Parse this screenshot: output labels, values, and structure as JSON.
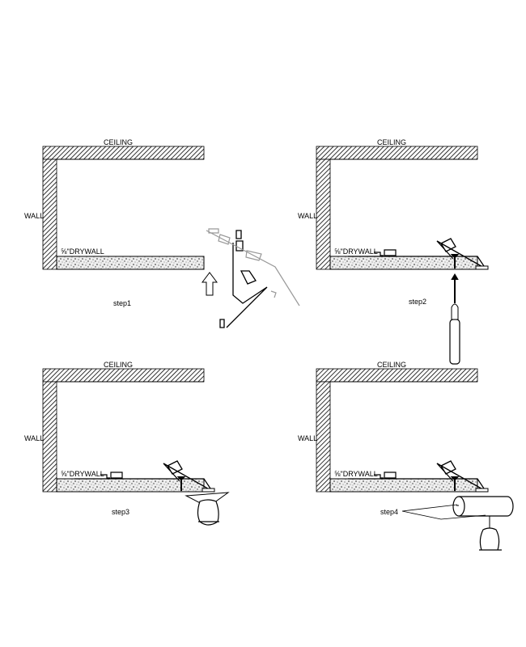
{
  "panels": [
    {
      "ceiling": "CEILING",
      "wall": "WALL",
      "drywall": "⅝\"DRYWALL",
      "step": "step1"
    },
    {
      "ceiling": "CEILING",
      "wall": "WALL",
      "drywall": "⅝\"DRYWALL",
      "step": "step2"
    },
    {
      "ceiling": "CEILING",
      "wall": "WALL",
      "drywall": "⅝\"DRYWALL",
      "step": "step3"
    },
    {
      "ceiling": "CEILING",
      "wall": "WALL",
      "drywall": "⅝\"DRYWALL",
      "step": "step4"
    }
  ]
}
